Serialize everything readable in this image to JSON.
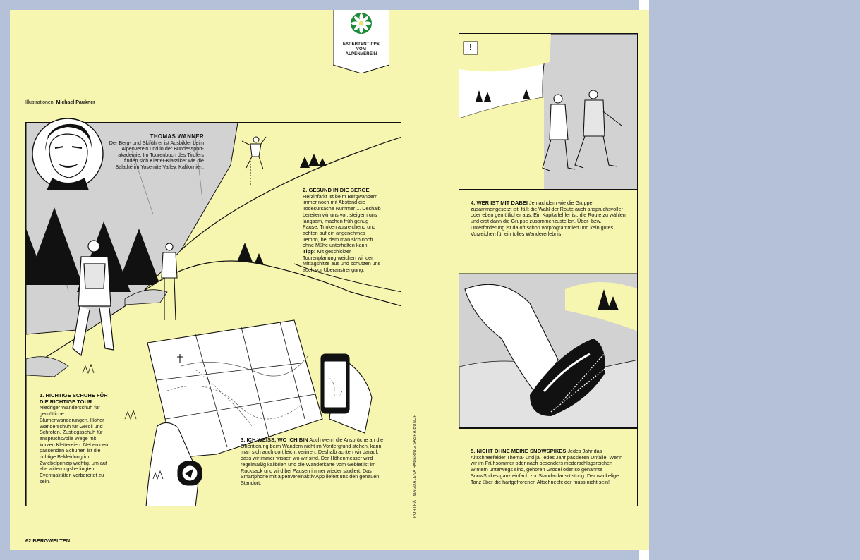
{
  "badge": {
    "line1": "EXPERTENTIPPS",
    "line2": "VOM",
    "line3": "ALPENVEREIN"
  },
  "credit": {
    "label": "Illustrationen:",
    "name": "Michael Paukner"
  },
  "bio": {
    "name": "THOMAS WANNER",
    "text": "Der Berg- und Skiführer ist Ausbilder beim Alpenverein und in der Bundessport-akademie. Im Tourenbuch des Tirolers finden sich Kletter-Klassiker wie die Salathé im Yosemite Valley, Kalifornien."
  },
  "tips": [
    {
      "title": "1. RICHTIGE SCHUHE FÜR DIE RICHTIGE TOUR",
      "text": "Niedriger Wanderschuh für gemütliche Blumenwanderungen, Hoher Wanderschuh für Geröll und Schrofen, Zustiegsschuh für anspruchsvolle Wege mit kurzen Klettereien. Neben den passenden Schuhen ist die richtige Bekleidung im Zwiebelprinzip wichtig, um auf alle witterungsbedingten Eventualitäten vorbereitet zu sein."
    },
    {
      "title": "2. GESUND IN DIE BERGE",
      "text": "Herzinfarkt ist beim Bergwandern immer noch mit Abstand die Todesursache Nummer 1. Deshalb bereiten wir uns vor, steigern uns langsam, machen früh genug Pause, Trinken ausreichend und achten auf ein angenehmes Tempo, bei dem man sich noch ohne Mühe unterhalten kann.",
      "tipp_label": "Tipp:",
      "tipp_text": "Mit geschickter Tourenplanung weichen wir der Mittagshitze aus und schützen uns auch vor Überanstrengung."
    },
    {
      "title": "3. ICH WEISS, WO ICH BIN",
      "text": "Auch wenn die Ansprüche an die Orientierung beim Wandern nicht im Vordergrund stehen, kann man sich auch dort leicht verirren. Deshalb achten wir darauf, dass wir immer wissen wo wir sind. Der Höhenmesser wird regelmäßig kalibriert und die Wanderkarte vom Gebiet ist im Rucksack und wird bei Pausen immer wieder studiert. Das Smartphone mit alpenvereinaktiv App liefert uns den genauen Standort."
    },
    {
      "title": "4. WER IST MIT DABEI",
      "text": "Je nachdem wie die Gruppe zusammengesetzt ist, fällt die Wahl der Route auch anspruchsvoller oder eben gemütlicher aus. Ein Kapitalfehler ist, die Route zu wählen und erst dann die Gruppe zusammenzustellen. Über- bzw. Unterforderung ist da oft schon vorprogrammiert und kein gutes Vorzeichen für ein tolles Wandererlebnis."
    },
    {
      "title": "5. NICHT OHNE MEINE SNOWSPIKES",
      "text": "Jedes Jahr das Altschneefelder Thema- und ja, jedes Jahr passieren Unfälle! Wenn wir im Frühsommer oder nach besonders niederschlagsreichen Wintern unterwegs sind, gehören Grödel oder so genannte SnowSpikes ganz einfach zur Standardausrüstung. Der wackelige Tanz über die hartgefrorenen Altschneefelder muss nicht sein!"
    }
  ],
  "photo_credit": "PORTRÄT MAGDALENA HABERNIG SASHA BUNCH",
  "folio": "62 BERGWELTEN",
  "warning_symbol": "!",
  "colors": {
    "page": "#f7f6b0",
    "sidebar": "#b4c1d8",
    "rock": "#d2d2d2",
    "ink": "#111111",
    "badge_green": "#1e8a3c"
  }
}
